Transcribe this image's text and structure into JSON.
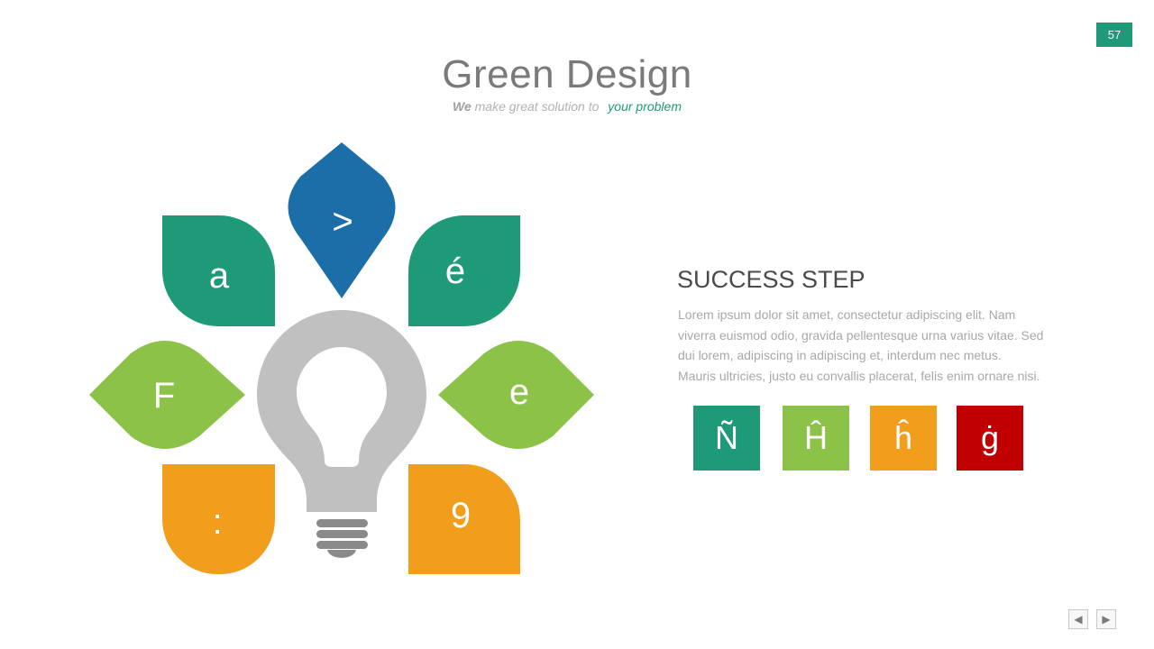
{
  "slide": {
    "page_number": "57",
    "title": "Green Design",
    "subtitle": {
      "lead": "We",
      "middle": "make great solution to",
      "highlight": "your problem"
    }
  },
  "diagram": {
    "petals": [
      {
        "id": "top",
        "glyph": ">",
        "color": "#1b6ea8"
      },
      {
        "id": "upper-left",
        "glyph": "a",
        "color": "#1f9a78"
      },
      {
        "id": "upper-right",
        "glyph": "é",
        "color": "#1f9a78"
      },
      {
        "id": "middle-left",
        "glyph": "F",
        "color": "#8bc247"
      },
      {
        "id": "middle-right",
        "glyph": "e",
        "color": "#8bc247"
      },
      {
        "id": "lower-left",
        "glyph": ":",
        "color": "#f09e1c"
      },
      {
        "id": "lower-right",
        "glyph": "9",
        "color": "#f09e1c"
      }
    ],
    "center_icon": "lightbulb-icon",
    "bulb_color": "#c0c0c0",
    "base_color": "#8a8a8a"
  },
  "content": {
    "heading": "SUCCESS STEP",
    "lines": [
      "Lorem ipsum dolor sit amet, consectetur adipiscing elit. Nam",
      "viverra euismod odio, gravida pellentesque urna varius vitae. Sed",
      "dui lorem, adipiscing in adipiscing et, interdum nec metus.",
      "Mauris ultricies, justo eu convallis placerat, felis enim ornare nisi."
    ],
    "tiles": [
      {
        "glyph": "Ñ",
        "color": "#1f9a78"
      },
      {
        "glyph": "Ĥ",
        "color": "#8bc247"
      },
      {
        "glyph": "ĥ",
        "color": "#f09e1c"
      },
      {
        "glyph": "ġ",
        "color": "#c00000"
      }
    ]
  },
  "nav": {
    "prev_icon": "prev-arrow-icon",
    "next_icon": "next-arrow-icon",
    "prev_glyph": "◀",
    "next_glyph": "▶"
  }
}
